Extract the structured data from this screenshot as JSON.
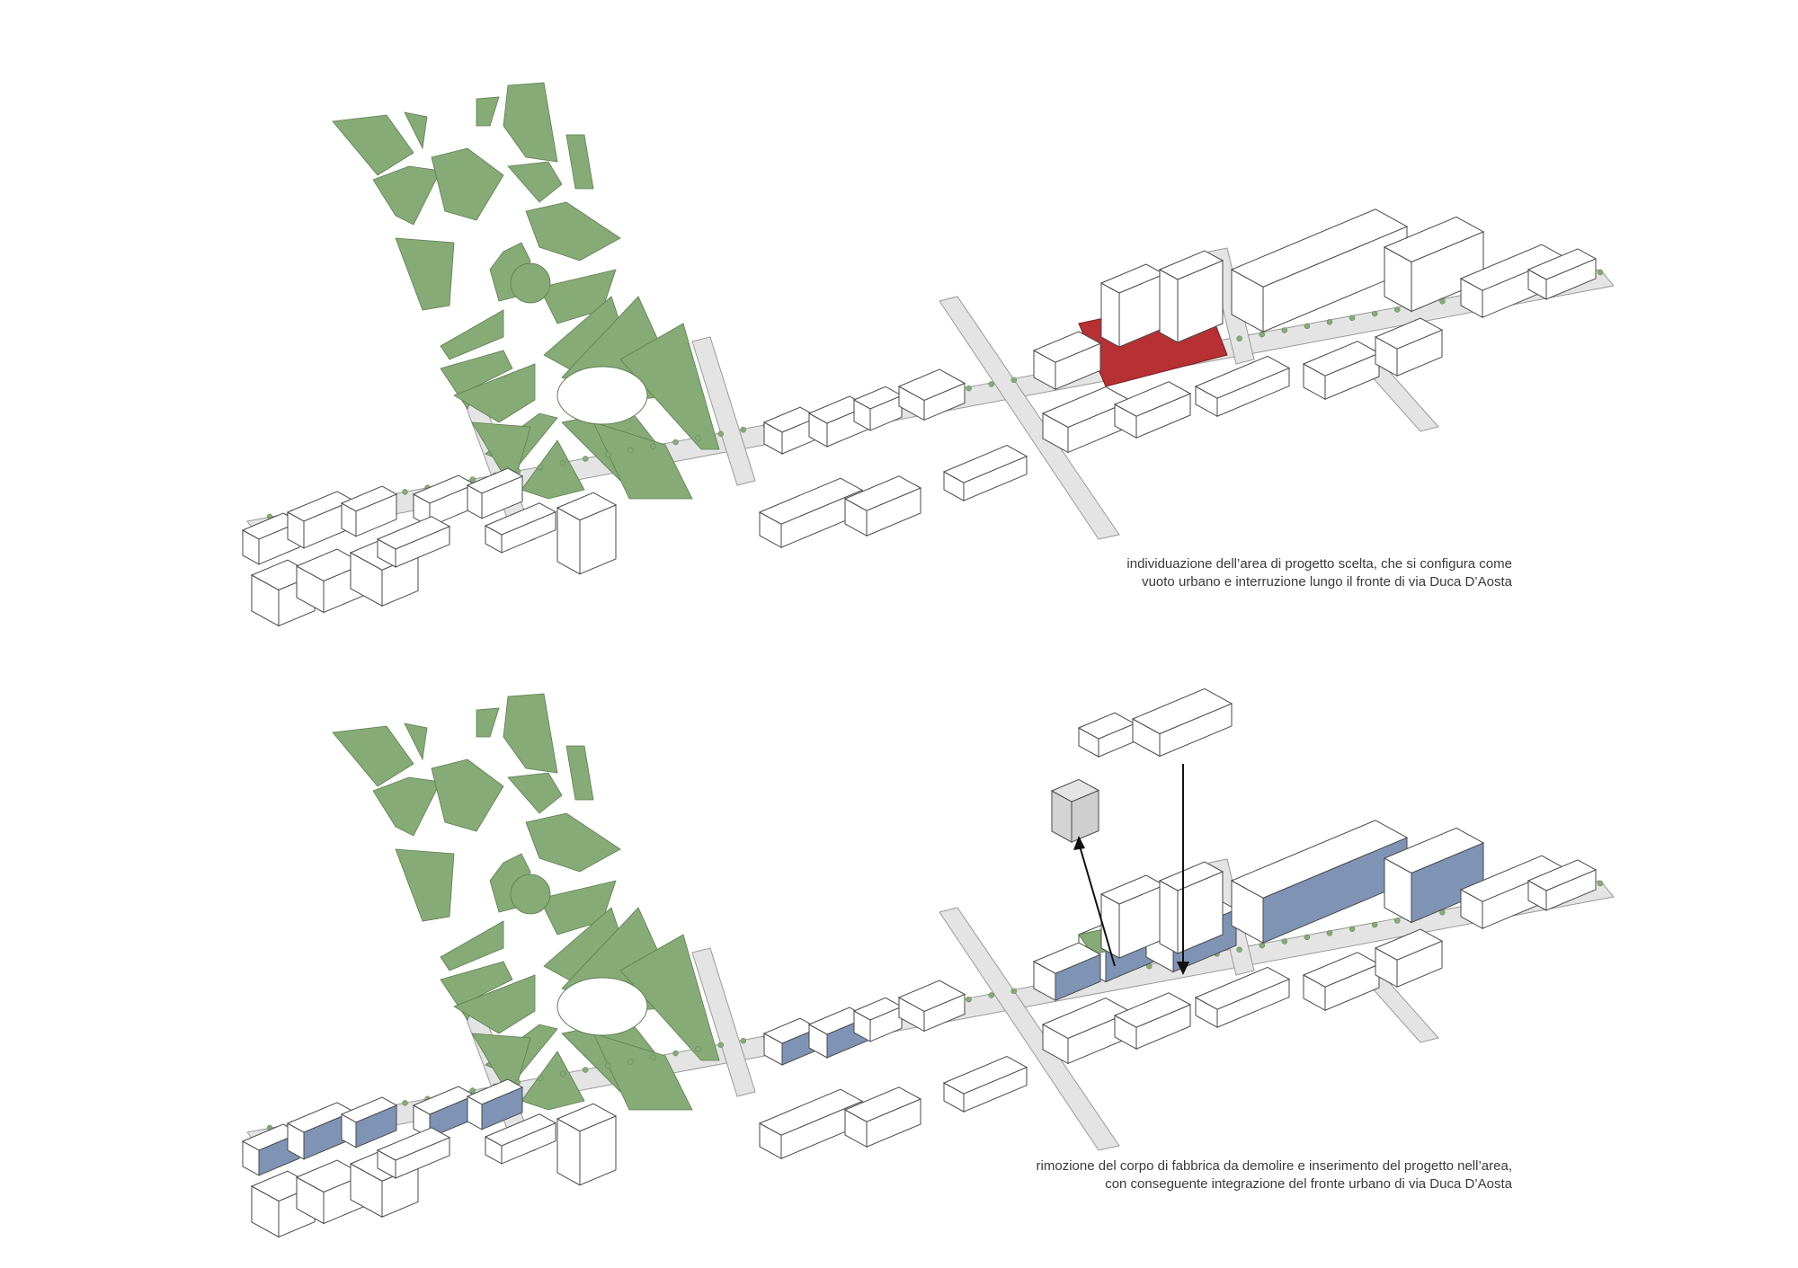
{
  "colors": {
    "park": "#86ab76",
    "park_stroke": "#5e7d52",
    "road": "#e4e4e4",
    "road_stroke": "#9a9a9a",
    "building_fill": "#ffffff",
    "building_stroke": "#4a4a4a",
    "project_area": "#b73033",
    "new_front": "#7f93b5",
    "removed_block": "#d4d4d4",
    "tree": "#86ab76",
    "arrow": "#111111",
    "caption_text": "#3a3a3a"
  },
  "panels": [
    {
      "id": "top",
      "caption_lines": [
        "individuazione dell’area di progetto scelta, che si configura come",
        "vuoto urbano e interruzione lungo il fronte di via Duca D’Aosta"
      ]
    },
    {
      "id": "bottom",
      "caption_lines": [
        "rimozione del corpo di fabbrica da demolire e inserimento del progetto nell’area,",
        "con conseguente integrazione del fronte urbano di via Duca D’Aosta"
      ]
    }
  ],
  "legend_icons": [
    "park-icon",
    "tree-icon",
    "building-icon",
    "arrow-icon"
  ]
}
